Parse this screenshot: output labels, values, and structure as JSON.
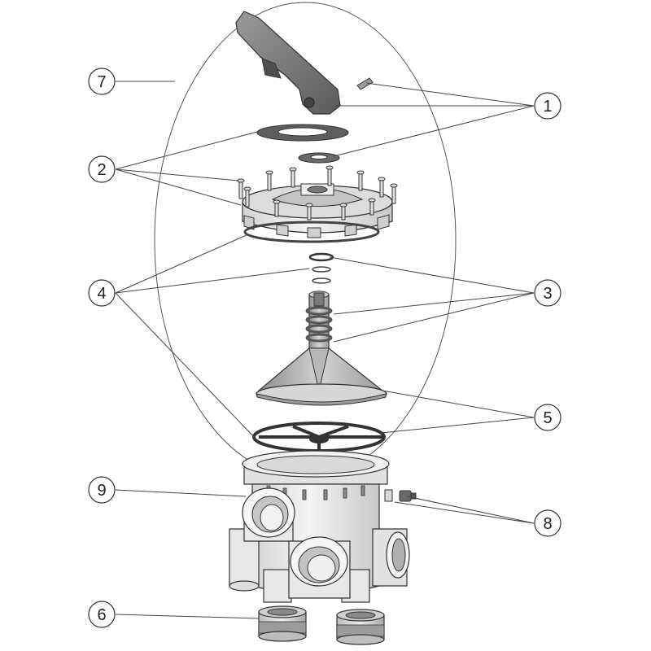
{
  "callouts": [
    {
      "label": "1"
    },
    {
      "label": "2"
    },
    {
      "label": "3"
    },
    {
      "label": "4"
    },
    {
      "label": "5"
    },
    {
      "label": "6"
    },
    {
      "label": "7"
    },
    {
      "label": "8"
    },
    {
      "label": "9"
    }
  ],
  "colors": {
    "outline": "#333333",
    "part_light": "#e6e6e6",
    "part_mid": "#b5b5b5",
    "part_dark": "#6e6e6e",
    "gasket": "#555555"
  }
}
